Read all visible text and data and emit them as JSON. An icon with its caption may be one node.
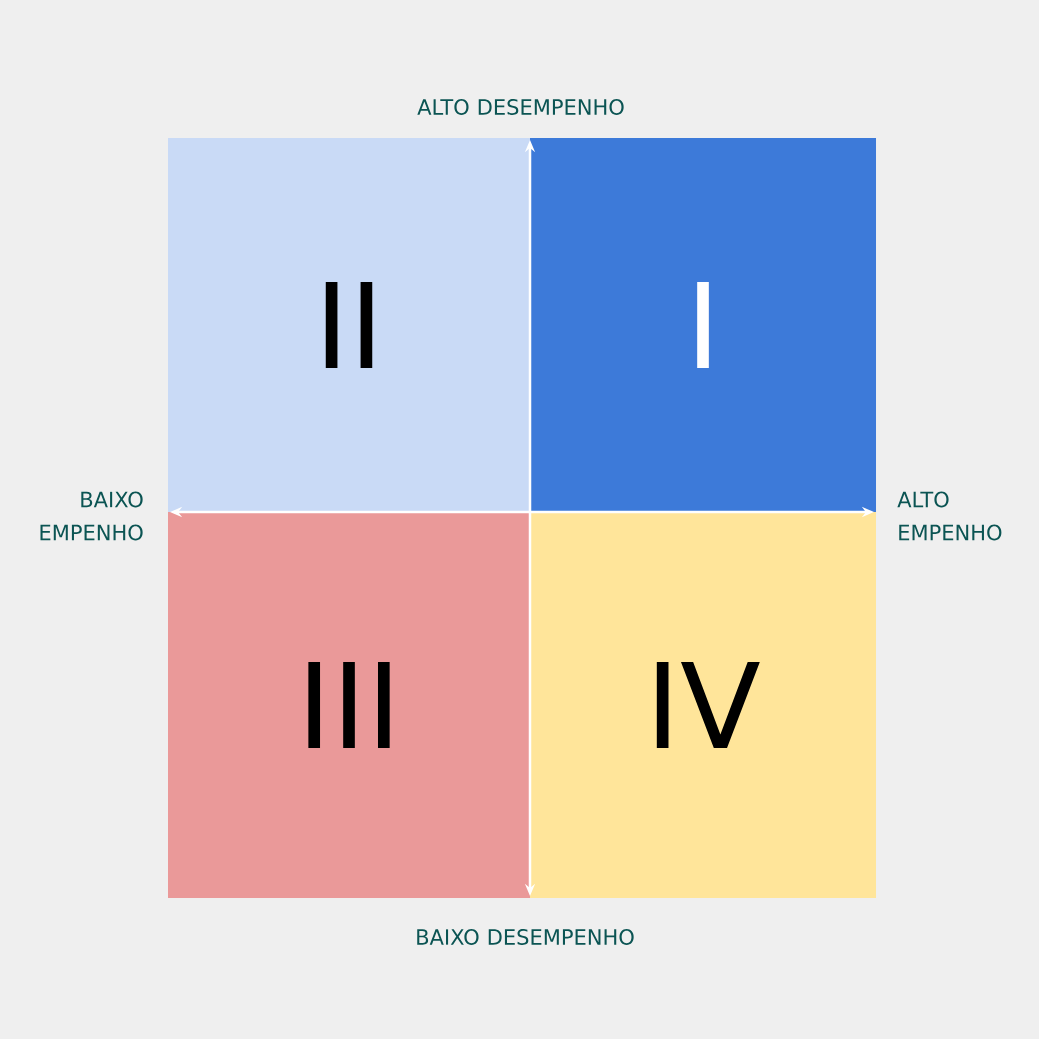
{
  "diagram": {
    "nodes": [
      {
        "text": [
          "II"
        ]
      },
      {
        "text": [
          "I"
        ]
      },
      {
        "text": [
          "III"
        ]
      },
      {
        "text": [
          "IV"
        ]
      }
    ],
    "labels": [
      "ALTO DESEMPENHO",
      "BAIXO EMPENHO",
      "ALTO EMPENHO",
      "BAIXO DESEMPENHO"
    ]
  }
}
